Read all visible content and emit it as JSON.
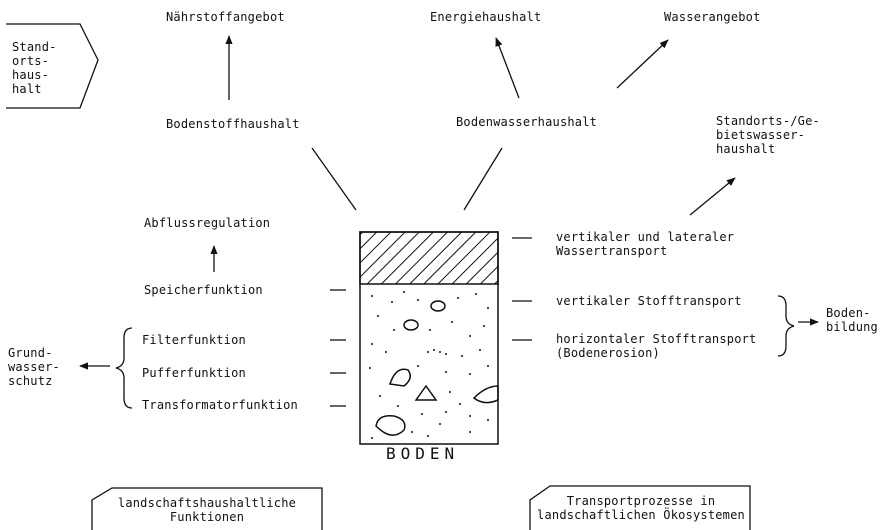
{
  "top": {
    "standort_box": "Stand-\norts-\nhaus-\nhalt",
    "naehrstoff": "Nährstoffangebot",
    "energie": "Energiehaushalt",
    "wasserangebot": "Wasserangebot",
    "bodenstoff": "Bodenstoffhaushalt",
    "bodenwasser": "Bodenwasserhaushalt",
    "gebietswasser": "Standorts-/Ge-\nbietswasser-\nhaushalt"
  },
  "left": {
    "abfluss": "Abflussregulation",
    "speicher": "Speicherfunktion",
    "filter": "Filterfunktion",
    "puffer": "Pufferfunktion",
    "transformator": "Transformatorfunktion",
    "grundwasser": "Grund-\nwasser-\nschutz"
  },
  "right": {
    "wassertransport": "vertikaler und lateraler\nWassertransport",
    "stofftransport": "vertikaler Stofftransport",
    "horizontal": "horizontaler Stofftransport\n(Bodenerosion)",
    "bodenbildung": "Boden-\nbildung"
  },
  "center": {
    "boden": "BODEN"
  },
  "bottom": {
    "left_box": "landschaftshaushaltliche\nFunktionen",
    "right_box": "Transportprozesse in\nlandschaftlichen Ökosystemen"
  }
}
